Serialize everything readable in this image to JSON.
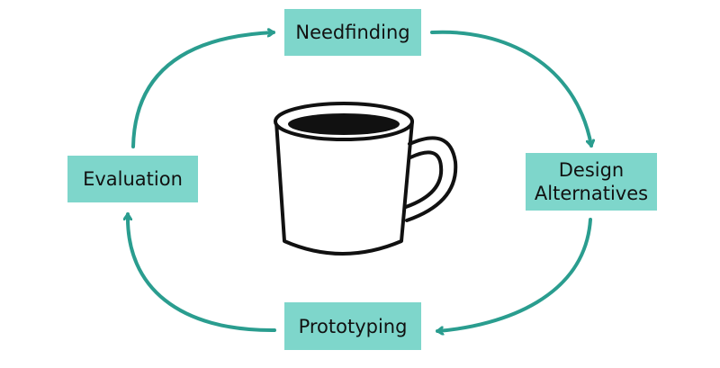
{
  "diagram": {
    "colors": {
      "box_fill": "#7ed6cb",
      "arrow": "#2a9d8f",
      "mug_stroke": "#111111",
      "background": "#ffffff"
    },
    "center_icon": "coffee-mug-icon",
    "nodes": {
      "needfinding": "Needfinding",
      "design_line1": "Design",
      "design_line2": "Alternatives",
      "prototyping": "Prototyping",
      "evaluation": "Evaluation"
    },
    "cycle_order": [
      "Needfinding",
      "Design Alternatives",
      "Prototyping",
      "Evaluation"
    ]
  }
}
